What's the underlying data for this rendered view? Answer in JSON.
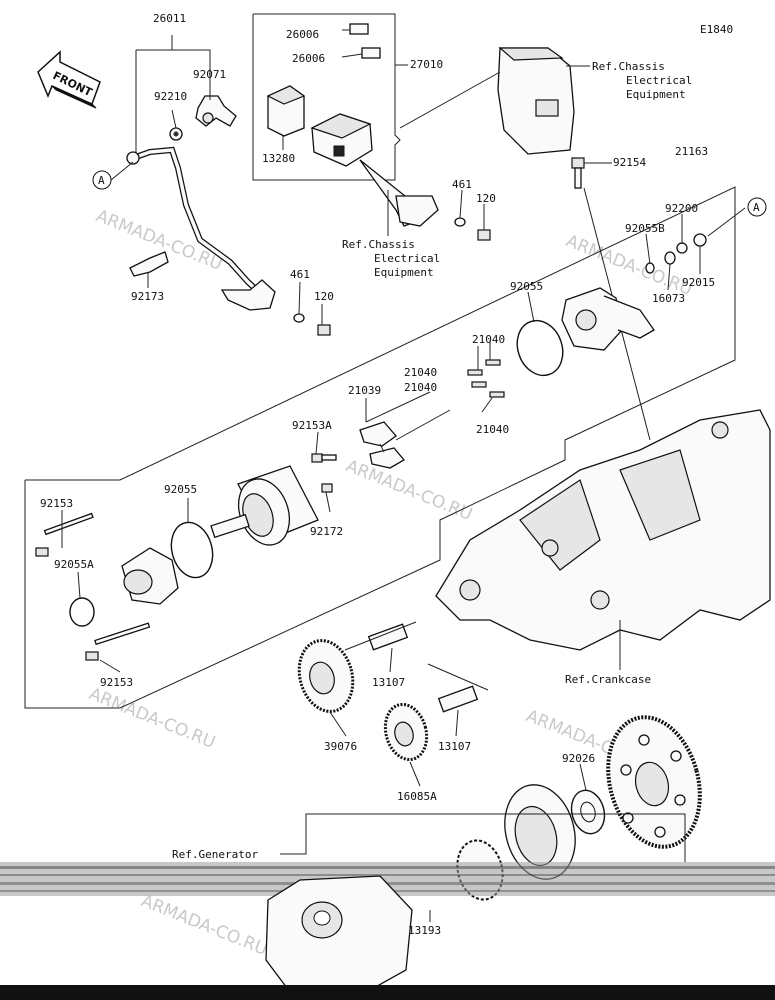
{
  "diagram": {
    "code": "E1840",
    "front_label": "FRONT",
    "ref_labels": {
      "chassis_1": [
        "Ref.Chassis",
        "Electrical",
        "Equipment"
      ],
      "chassis_2": [
        "Ref.Chassis",
        "Electrical",
        "Equipment"
      ],
      "crankcase": "Ref.Crankcase",
      "generator": "Ref.Generator"
    },
    "markers": {
      "a1": "A",
      "a2": "A"
    },
    "parts": {
      "p26011": "26011",
      "p92071": "92071",
      "p92210": "92210",
      "p92173": "92173",
      "p26006a": "26006",
      "p26006b": "26006",
      "p27010": "27010",
      "p13280": "13280",
      "p461a": "461",
      "p120a": "120",
      "p461b": "461",
      "p120b": "120",
      "p92154": "92154",
      "p21163": "21163",
      "p92200": "92200",
      "p92055b": "92055B",
      "p16073": "16073",
      "p92015": "92015",
      "p92055a": "92055",
      "p21040a": "21040",
      "p21040b": "21040",
      "p21040c": "21040",
      "p21040d": "21040",
      "p21039": "21039",
      "p92153a": "92153A",
      "p92172": "92172",
      "p92153top": "92153",
      "p92055c": "92055",
      "p92055ac": "92055A",
      "p92153bot": "92153",
      "p13107a": "13107",
      "p39076": "39076",
      "p13107b": "13107",
      "p16085a": "16085A",
      "p92026": "92026",
      "p13193": "13193"
    },
    "watermarks": [
      "ARMADA-CO.RU",
      "ARMADA-CO.RU",
      "ARMADA-CO.RU",
      "ARMADA-CO.RU",
      "ARMADA-CO.RU",
      "ARMADA-CO.RU"
    ]
  }
}
